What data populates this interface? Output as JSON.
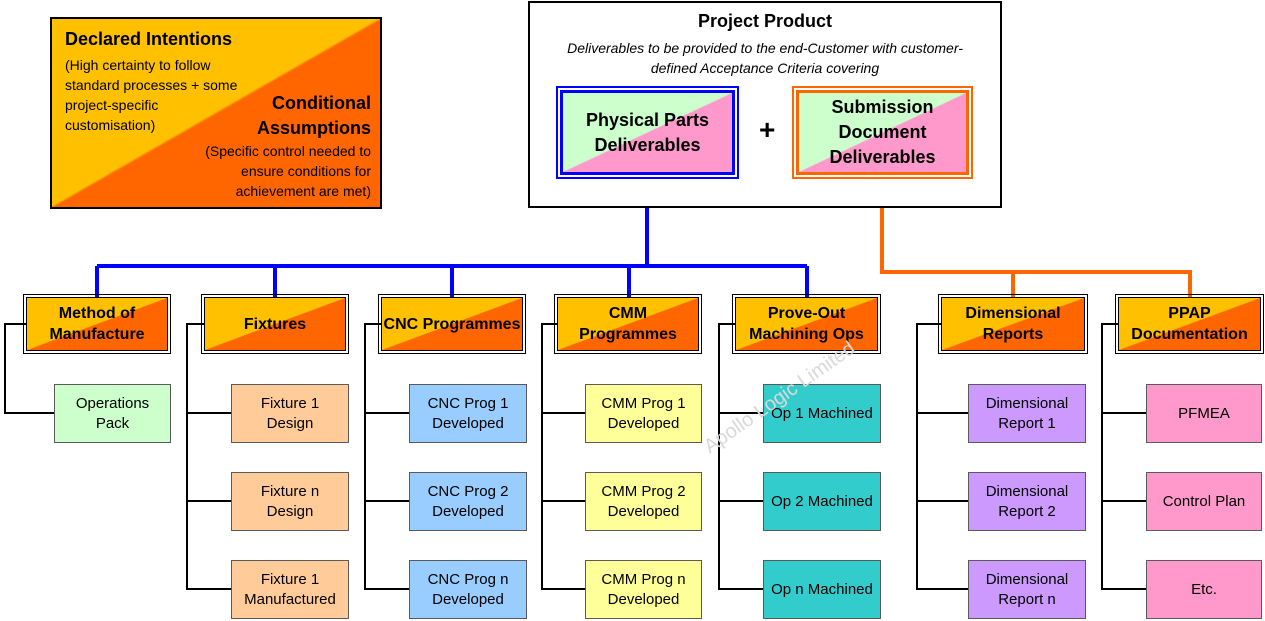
{
  "legend": {
    "declared_title": "Declared Intentions",
    "declared_text": [
      "(High certainty to follow",
      "standard processes + some",
      "project-specific",
      "customisation)"
    ],
    "conditional_title": [
      "Conditional",
      "Assumptions"
    ],
    "conditional_text": [
      "(Specific control needed to",
      "ensure conditions for",
      "achievement are met)"
    ]
  },
  "project_product": {
    "title": "Project Product",
    "subtitle_line1": "Deliverables to be provided to the end-Customer with customer-",
    "subtitle_line2": "defined Acceptance Criteria covering",
    "plus": "+",
    "physical": [
      "Physical Parts",
      "Deliverables"
    ],
    "submission": [
      "Submission",
      "Document",
      "Deliverables"
    ]
  },
  "columns": [
    {
      "header": [
        "Method of",
        "Manufacture"
      ],
      "items": [
        [
          "Operations",
          "Pack"
        ]
      ]
    },
    {
      "header": [
        "Fixtures"
      ],
      "items": [
        [
          "Fixture 1",
          "Design"
        ],
        [
          "Fixture n",
          "Design"
        ],
        [
          "Fixture 1",
          "Manufactured"
        ]
      ]
    },
    {
      "header": [
        "CNC Programmes"
      ],
      "items": [
        [
          "CNC Prog 1",
          "Developed"
        ],
        [
          "CNC Prog 2",
          "Developed"
        ],
        [
          "CNC Prog n",
          "Developed"
        ]
      ]
    },
    {
      "header": [
        "CMM",
        "Programmes"
      ],
      "items": [
        [
          "CMM Prog 1",
          "Developed"
        ],
        [
          "CMM Prog 2",
          "Developed"
        ],
        [
          "CMM Prog n",
          "Developed"
        ]
      ]
    },
    {
      "header": [
        "Prove-Out",
        "Machining Ops"
      ],
      "items": [
        [
          "Op 1 Machined"
        ],
        [
          "Op 2 Machined"
        ],
        [
          "Op n Machined"
        ]
      ]
    },
    {
      "header": [
        "Dimensional",
        "Reports"
      ],
      "items": [
        [
          "Dimensional",
          "Report 1"
        ],
        [
          "Dimensional",
          "Report 2"
        ],
        [
          "Dimensional",
          "Report n"
        ]
      ]
    },
    {
      "header": [
        "PPAP",
        "Documentation"
      ],
      "items": [
        [
          "PFMEA"
        ],
        [
          "Control Plan"
        ],
        [
          "Etc."
        ]
      ]
    }
  ],
  "watermark": "Apollo Logic Limited",
  "colors": {
    "blue_line": "#0000ff",
    "orange_line": "#ff6600",
    "declared": "#ffc000",
    "conditional": "#ff6600"
  }
}
